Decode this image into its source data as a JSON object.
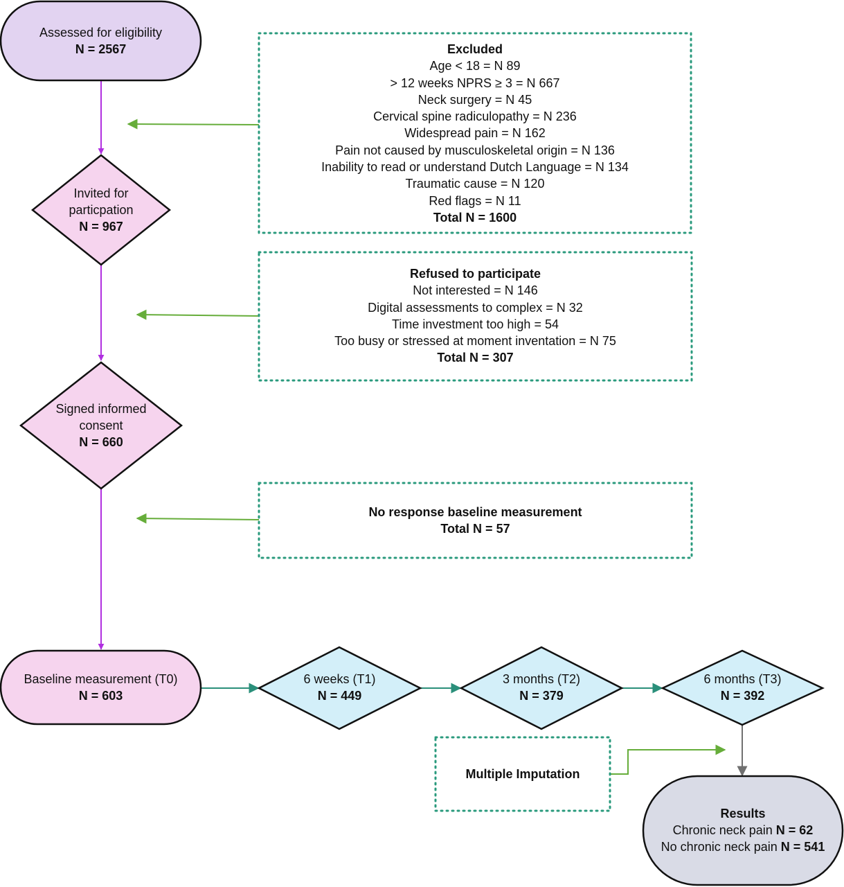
{
  "colors": {
    "stage_fill": "#e2d3f1",
    "enrollment_fill": "#f6d4ee",
    "followup_fill": "#d3eff9",
    "results_fill": "#d9dbe6",
    "enrollment_arrow": "#b02fe0",
    "followup_arrow": "#2a8f7a",
    "exclusion_arrow": "#66ad3a",
    "panel_border": "#2a9a7d",
    "results_arrow": "#707070"
  },
  "nodes": {
    "eligibility": {
      "label": "Assessed for eligibility",
      "n": "N = 2567"
    },
    "invited": {
      "label_line1": "Invited for",
      "label_line2": "particpation",
      "n": "N = 967"
    },
    "consent": {
      "label_line1": "Signed informed",
      "label_line2": "consent",
      "n": "N = 660"
    },
    "baseline": {
      "label": "Baseline measurement (T0)",
      "n": "N = 603"
    },
    "t1": {
      "label": "6 weeks (T1)",
      "n": "N = 449"
    },
    "t2": {
      "label": "3 months (T2)",
      "n": "N = 379"
    },
    "t3": {
      "label": "6 months (T3)",
      "n": "N = 392"
    },
    "imputation": {
      "label": "Multiple Imputation"
    },
    "results": {
      "title": "Results",
      "chronic_label": "Chronic neck pain",
      "chronic_n": "N = 62",
      "no_chronic_label": "No chronic neck pain",
      "no_chronic_n": "N =  541"
    }
  },
  "excluded": {
    "title": "Excluded",
    "items": [
      "Age < 18 = N 89",
      "> 12 weeks NPRS ≥ 3 = N 667",
      "Neck surgery = N 45",
      "Cervical spine radiculopathy = N 236",
      "Widespread pain = N 162",
      "Pain not caused by musculoskeletal origin = N 136",
      "Inability to read or understand Dutch Language = N 134",
      "Traumatic cause = N 120",
      "Red flags = N 11"
    ],
    "total": "Total N = 1600"
  },
  "refused": {
    "title": "Refused to participate",
    "items": [
      "Not interested = N 146",
      "Digital assessments to complex = N 32",
      "Time investment too high = 54",
      "Too busy or stressed at moment inventation = N 75"
    ],
    "total": "Total N = 307"
  },
  "no_response": {
    "title": "No response baseline measurement",
    "total": "Total N = 57"
  }
}
